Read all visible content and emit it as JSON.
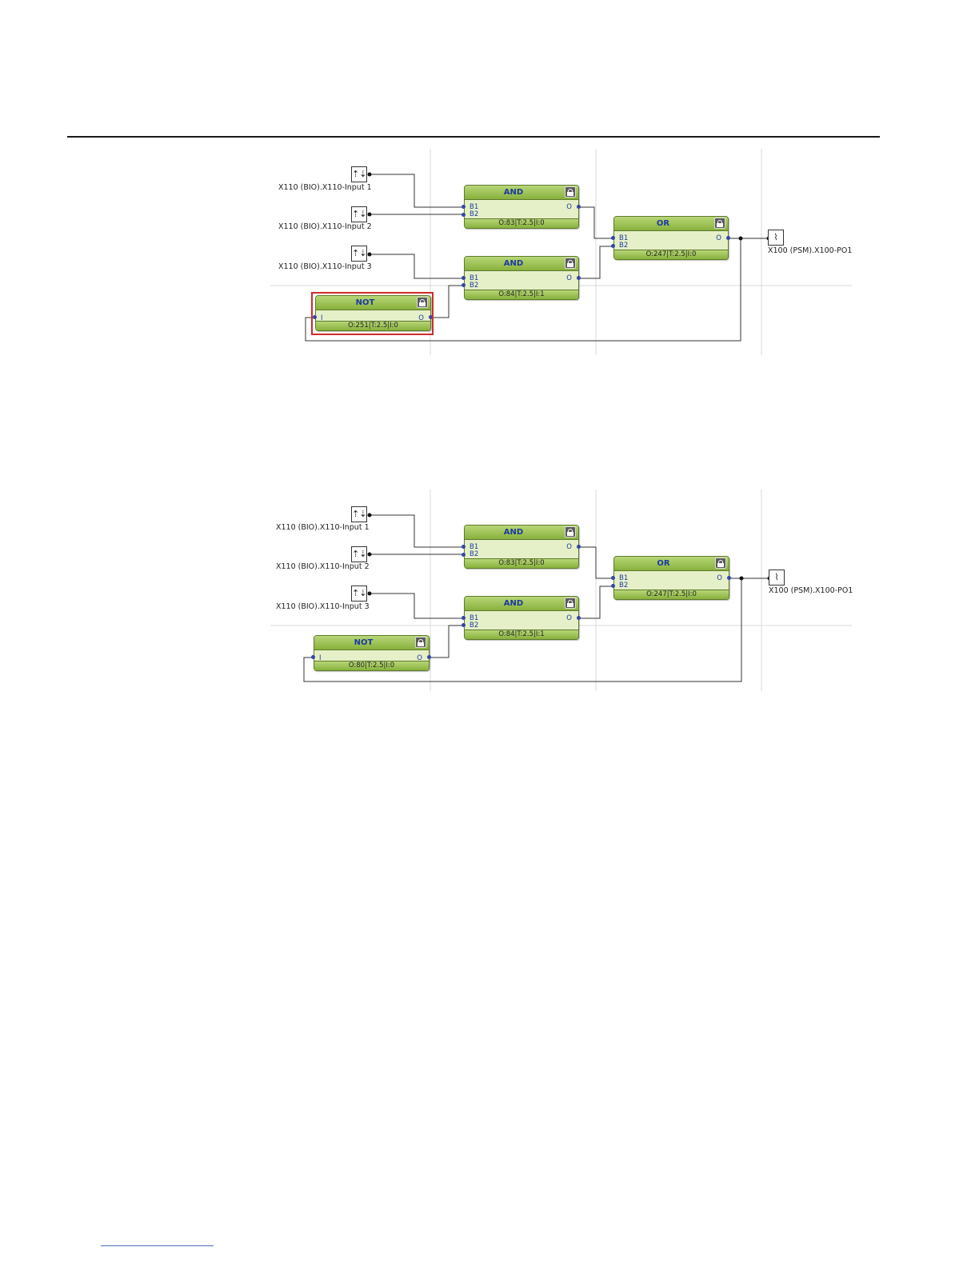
{
  "diagrams": [
    {
      "inputs": [
        {
          "label": "X110 (BIO).X110-Input 1",
          "icon": "binary-input-icon",
          "glyph": "⇡⇣"
        },
        {
          "label": "X110 (BIO).X110-Input 2",
          "icon": "binary-input-icon",
          "glyph": "⇡⇣"
        },
        {
          "label": "X110 (BIO).X110-Input 3",
          "icon": "binary-input-icon",
          "glyph": "⇡⇣"
        }
      ],
      "output": {
        "label": "X100 (PSM).X100-PO1",
        "icon": "output-contact-icon",
        "glyph": "⌇"
      },
      "blocks": {
        "and1": {
          "title": "AND",
          "footer": "O:83|T:2.5|I:0",
          "in_ports": [
            "B1",
            "B2"
          ],
          "out_port": "O"
        },
        "and2": {
          "title": "AND",
          "footer": "O:84|T:2.5|I:1",
          "in_ports": [
            "B1",
            "B2"
          ],
          "out_port": "O"
        },
        "or": {
          "title": "OR",
          "footer": "O:247|T:2.5|I:0",
          "in_ports": [
            "B1",
            "B2"
          ],
          "out_port": "O"
        },
        "not": {
          "title": "NOT",
          "footer": "O:251|T:2.5|I:0",
          "in_ports": [
            "I"
          ],
          "out_port": "O"
        }
      },
      "not_highlighted": true
    },
    {
      "inputs": [
        {
          "label": "X110 (BIO).X110-Input 1",
          "icon": "binary-input-icon",
          "glyph": "⇡⇣"
        },
        {
          "label": "X110 (BIO).X110-Input 2",
          "icon": "binary-input-icon",
          "glyph": "⇡⇣"
        },
        {
          "label": "X110 (BIO).X110-Input 3",
          "icon": "binary-input-icon",
          "glyph": "⇡⇣"
        }
      ],
      "output": {
        "label": "X100 (PSM).X100-PO1",
        "icon": "output-contact-icon",
        "glyph": "⌇"
      },
      "blocks": {
        "and1": {
          "title": "AND",
          "footer": "O:83|T:2.5|I:0",
          "in_ports": [
            "B1",
            "B2"
          ],
          "out_port": "O"
        },
        "and2": {
          "title": "AND",
          "footer": "O:84|T:2.5|I:1",
          "in_ports": [
            "B1",
            "B2"
          ],
          "out_port": "O"
        },
        "or": {
          "title": "OR",
          "footer": "O:247|T:2.5|I:0",
          "in_ports": [
            "B1",
            "B2"
          ],
          "out_port": "O"
        },
        "not": {
          "title": "NOT",
          "footer": "O:80|T:2.5|I:0",
          "in_ports": [
            "I"
          ],
          "out_port": "O"
        }
      },
      "not_highlighted": false
    }
  ],
  "colors": {
    "block_fill": "#e6f0c8",
    "block_header": "#87b13c",
    "title_text": "#1c3a9e",
    "wire": "#333333",
    "grid": "#d9d9d9",
    "highlight": "#d12a2a"
  }
}
